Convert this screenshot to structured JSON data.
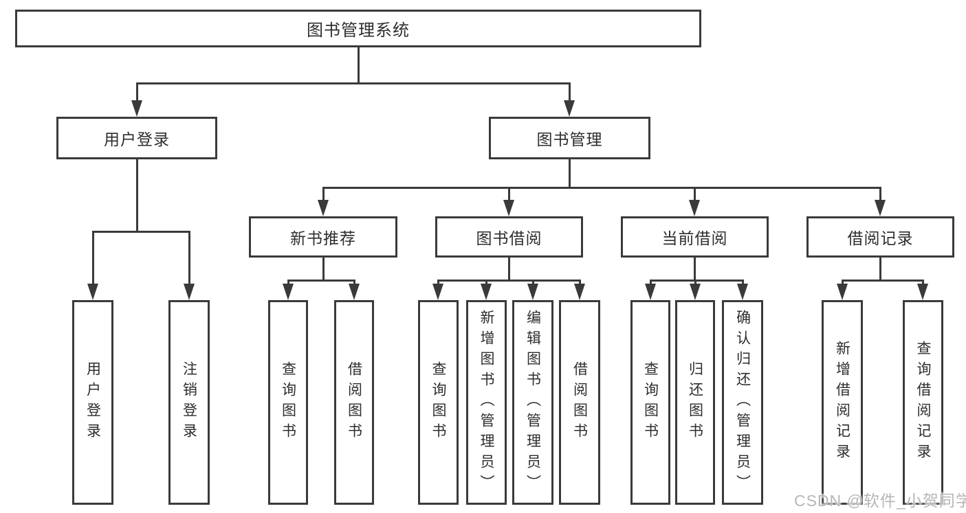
{
  "diagram": {
    "root": {
      "label": "图书管理系统"
    },
    "branches": [
      {
        "label": "用户登录",
        "children": [
          {
            "label": "用户登录"
          },
          {
            "label": "注销登录"
          }
        ]
      },
      {
        "label": "图书管理",
        "children": [
          {
            "label": "新书推荐",
            "children": [
              {
                "label": "查询图书"
              },
              {
                "label": "借阅图书"
              }
            ]
          },
          {
            "label": "图书借阅",
            "children": [
              {
                "label": "查询图书"
              },
              {
                "label": "新增图书（管理员）"
              },
              {
                "label": "编辑图书（管理员）"
              },
              {
                "label": "借阅图书"
              }
            ]
          },
          {
            "label": "当前借阅",
            "children": [
              {
                "label": "查询图书"
              },
              {
                "label": "归还图书"
              },
              {
                "label": "确认归还（管理员）"
              }
            ]
          },
          {
            "label": "借阅记录",
            "children": [
              {
                "label": "新增借阅记录"
              },
              {
                "label": "查询借阅记录"
              }
            ]
          }
        ]
      }
    ]
  },
  "watermark": "CSDN @软件_小贺同学",
  "colors": {
    "line": "#3a3a3a",
    "text": "#2d2d2d",
    "watermark": "#b6b6b6",
    "background": "#ffffff"
  }
}
